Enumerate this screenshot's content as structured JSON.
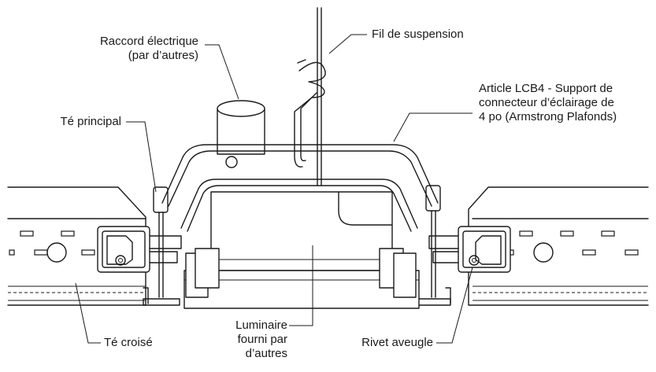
{
  "labels": {
    "raccord_line1": "Raccord électrique",
    "raccord_line2": "(par d’autres)",
    "fil": "Fil de suspension",
    "article_line1": "Article LCB4 - Support de",
    "article_line2": "connecteur d’éclairage de",
    "article_line3": "4 po (Armstrong Plafonds)",
    "te_principal": "Té principal",
    "te_croise": "Té croisé",
    "luminaire_line1": "Luminaire",
    "luminaire_line2": "fourni par",
    "luminaire_line3": "d’autres",
    "rivet": "Rivet aveugle"
  },
  "colors": {
    "ink": "#1a1a1a",
    "background": "#ffffff"
  }
}
